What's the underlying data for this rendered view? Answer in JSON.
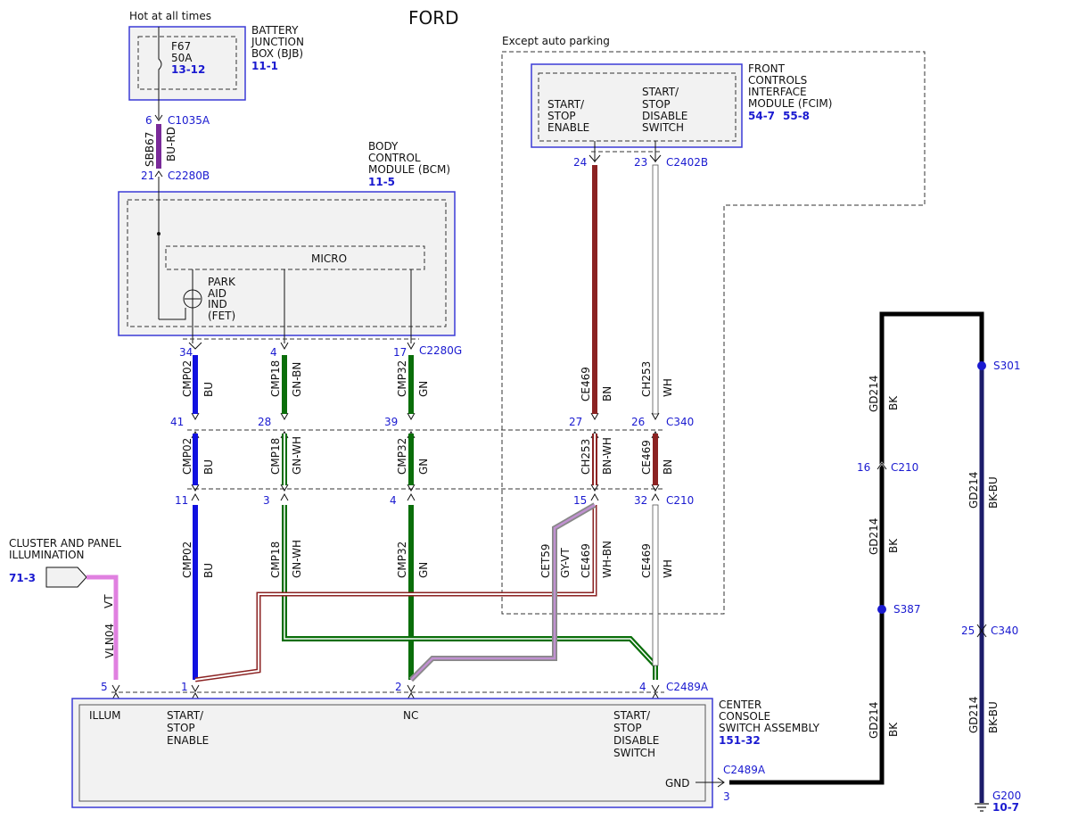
{
  "title": "FORD",
  "notes": {
    "hot": "Hot at all times",
    "except": "Except auto parking"
  },
  "bjb": {
    "label": [
      "BATTERY",
      "JUNCTION",
      "BOX (BJB)"
    ],
    "ref": "11-1",
    "fuse": [
      "F67",
      "50A"
    ],
    "fuse_ref": "13-12",
    "pin_top": "6",
    "conn_top": "C1035A",
    "pin_bot": "21",
    "conn_bot": "C2280B",
    "wire": "SBB67",
    "color": "BU-RD"
  },
  "bcm": {
    "label": [
      "BODY",
      "CONTROL",
      "MODULE (BCM)"
    ],
    "ref": "11-5",
    "micro": "MICRO",
    "fet": [
      "PARK",
      "AID",
      "IND",
      "(FET)"
    ],
    "conn": "C2280G"
  },
  "fcim": {
    "label": [
      "FRONT",
      "CONTROLS",
      "INTERFACE",
      "MODULE (FCIM)"
    ],
    "ref1": "54-7",
    "ref2": "55-8",
    "left": [
      "START/",
      "STOP",
      "ENABLE"
    ],
    "right": [
      "START/",
      "STOP",
      "DISABLE",
      "SWITCH"
    ],
    "pin_a": "24",
    "pin_b": "23",
    "conn": "C2402B"
  },
  "wires": {
    "w1": {
      "p1": "34",
      "c1": "CMP02",
      "col1": "BU",
      "p2": "41",
      "c2": "CMP02",
      "col2": "BU",
      "p3": "11",
      "c3": "CMP02",
      "col3": "BU",
      "p4": "1"
    },
    "w2": {
      "p1": "4",
      "c1": "CMP18",
      "col1": "GN-BN",
      "p2": "28",
      "c2": "CMP18",
      "col2": "GN-WH",
      "p3": "3",
      "c3": "CMP18",
      "col3": "GN-WH"
    },
    "w3": {
      "p1": "17",
      "c1": "CMP32",
      "col1": "GN",
      "p2": "39",
      "c2": "CMP32",
      "col2": "GN",
      "p3": "4",
      "c3": "CMP32",
      "col3": "GN",
      "p4": "2"
    },
    "w4": {
      "c1": "CE469",
      "col1": "BN",
      "p2": "27",
      "c2": "CH253",
      "col2": "BN-WH",
      "p3": "15",
      "c3": "CE469",
      "col3": "WH-BN",
      "c4": "CET59",
      "col4": "GY-VT"
    },
    "w5": {
      "c1": "CH253",
      "col1": "WH",
      "p2": "26",
      "c2": "CE469",
      "col2": "BN",
      "p3": "32",
      "c3": "CE469",
      "col3": "WH",
      "p4": "4"
    },
    "c340": "C340",
    "c210": "C210"
  },
  "cluster": {
    "label": [
      "CLUSTER AND PANEL",
      "ILLUMINATION"
    ],
    "ref": "71-3",
    "wire": "VLN04",
    "color": "VT",
    "pin": "5"
  },
  "ccsa": {
    "label": [
      "CENTER",
      "CONSOLE",
      "SWITCH ASSEMBLY"
    ],
    "ref": "151-32",
    "illum": "ILLUM",
    "sse": [
      "START/",
      "STOP",
      "ENABLE"
    ],
    "nc": "NC",
    "ssd": [
      "START/",
      "STOP",
      "DISABLE",
      "SWITCH"
    ],
    "gnd": "GND",
    "conn": "C2489A",
    "gnd_conn": "C2489A",
    "gnd_pin": "3"
  },
  "ground": {
    "wire": "GD214",
    "bk": "BK",
    "bkbu": "BK-BU",
    "c210_pin": "16",
    "c210": "C210",
    "s387": "S387",
    "s301": "S301",
    "c340_pin": "25",
    "c340": "C340",
    "g200": "G200",
    "g200_ref": "10-7"
  },
  "colors": {
    "blue": "#1010e0",
    "green": "#0a6e0a",
    "brown": "#8b2222",
    "violet": "#e080e0",
    "black": "#000000",
    "navy": "#1c1c6a"
  }
}
